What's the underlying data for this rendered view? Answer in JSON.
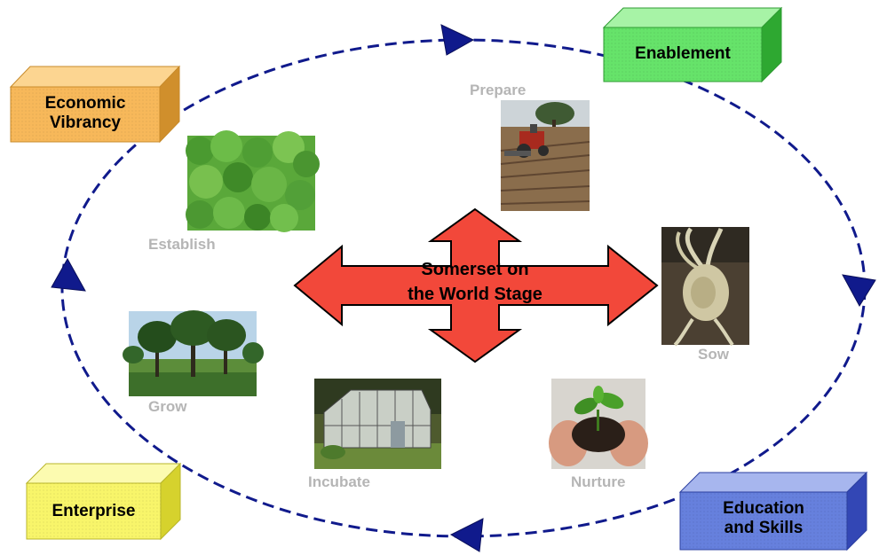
{
  "center": {
    "line1": "Somerset on",
    "line2": "the World Stage"
  },
  "boxes": {
    "economic_vibrancy": {
      "line1": "Economic",
      "line2": "Vibrancy",
      "color": "#f7b85a"
    },
    "enablement": {
      "label": "Enablement",
      "color": "#66e36a"
    },
    "education_skills": {
      "line1": "Education",
      "line2": "and Skills",
      "color": "#6680dd"
    },
    "enterprise": {
      "label": "Enterprise",
      "color": "#f8f56a"
    }
  },
  "stages": {
    "prepare": "Prepare",
    "sow": "Sow",
    "nurture": "Nurture",
    "incubate": "Incubate",
    "grow": "Grow",
    "establish": "Establish"
  },
  "colors": {
    "cycle": "#101a8c",
    "center_arrow": "#f2483a",
    "stage_label": "#b5b5b5"
  }
}
